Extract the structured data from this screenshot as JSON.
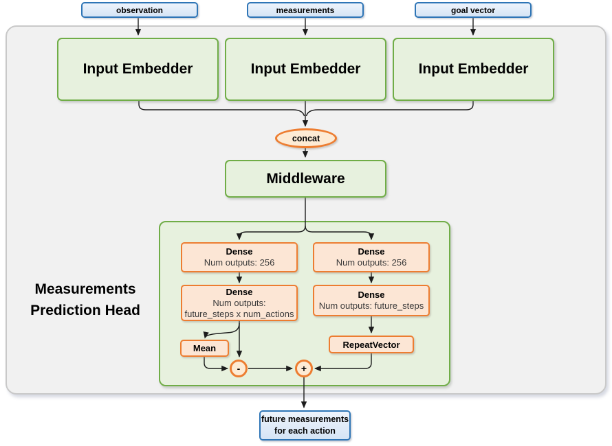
{
  "colors": {
    "green-border": "#70ad47",
    "green-fill": "#e7f1de",
    "orange-border": "#ed7d31",
    "orange-fill": "#fce6d5",
    "orange-fill-light": "#fdebd5",
    "blue-border": "#2e75b6",
    "blue-fill-top": "#eef4fc",
    "blue-fill-bottom": "#d5e4f5",
    "panel-fill": "#f1f1f1",
    "panel-border": "#c9c9c9",
    "line": "#1c1c1c",
    "text": "#000000",
    "subtext": "#3a3a3a"
  },
  "nodes": {
    "inputs": [
      {
        "label": "observation"
      },
      {
        "label": "measurements"
      },
      {
        "label": "goal vector"
      }
    ],
    "embedders": [
      {
        "label": "Input Embedder"
      },
      {
        "label": "Input Embedder"
      },
      {
        "label": "Input Embedder"
      }
    ],
    "concat": {
      "label": "concat"
    },
    "middleware": {
      "label": "Middleware"
    },
    "head": {
      "title": [
        "Measurements",
        "Prediction Head"
      ],
      "dense_left_1": {
        "title": "Dense",
        "subtitle": "Num outputs: 256"
      },
      "dense_right_1": {
        "title": "Dense",
        "subtitle": "Num outputs: 256"
      },
      "dense_left_2": {
        "title": "Dense",
        "subtitle_line1": "Num outputs:",
        "subtitle_line2": "future_steps x num_actions"
      },
      "dense_right_2": {
        "title": "Dense",
        "subtitle": "Num outputs: future_steps"
      },
      "mean": {
        "label": "Mean"
      },
      "repeat_vector": {
        "label": "RepeatVector"
      },
      "minus_op": {
        "label": "-"
      },
      "plus_op": {
        "label": "+"
      }
    },
    "output": {
      "line1": "future measurements",
      "line2": "for each action"
    }
  }
}
